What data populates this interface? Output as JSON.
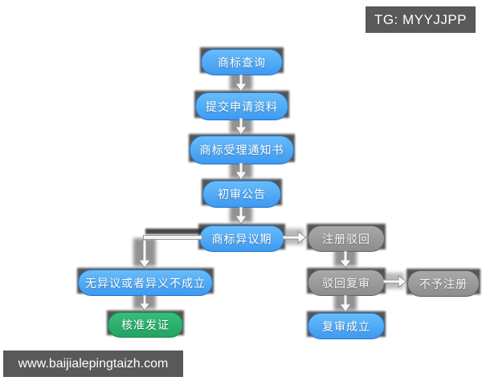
{
  "badges": {
    "telegram": "TG: MYYJJPP",
    "website": "www.baijialepingtaizh.com"
  },
  "flowchart": {
    "nodes": [
      {
        "label": "商标查询",
        "color": "blue"
      },
      {
        "label": "提交申请资料",
        "color": "blue"
      },
      {
        "label": "商标受理通知书",
        "color": "blue"
      },
      {
        "label": "初审公告",
        "color": "blue"
      },
      {
        "label": "商标异议期",
        "color": "blue"
      },
      {
        "label": "注册驳回",
        "color": "gray"
      },
      {
        "label": "驳回复审",
        "color": "gray"
      },
      {
        "label": "不予注册",
        "color": "gray"
      },
      {
        "label": "复审成立",
        "color": "blue"
      },
      {
        "label": "无异议或者异义不成立",
        "color": "blue"
      },
      {
        "label": "核准发证",
        "color": "green"
      }
    ],
    "edges": [
      {
        "from": "商标查询",
        "to": "提交申请资料"
      },
      {
        "from": "提交申请资料",
        "to": "商标受理通知书"
      },
      {
        "from": "商标受理通知书",
        "to": "初审公告"
      },
      {
        "from": "初审公告",
        "to": "商标异议期"
      },
      {
        "from": "商标异议期",
        "to": "注册驳回"
      },
      {
        "from": "商标异议期",
        "to": "无异议或者异义不成立"
      },
      {
        "from": "注册驳回",
        "to": "驳回复审"
      },
      {
        "from": "驳回复审",
        "to": "不予注册"
      },
      {
        "from": "驳回复审",
        "to": "复审成立"
      },
      {
        "from": "无异议或者异义不成立",
        "to": "核准发证"
      }
    ]
  },
  "colors": {
    "node_blue": "#459df1",
    "node_gray": "#9a9a9a",
    "node_green": "#2bb36f",
    "badge_background": "#595959",
    "arrow_fill": "#f8f8f8",
    "arrow_stroke": "#8f8f8f"
  }
}
